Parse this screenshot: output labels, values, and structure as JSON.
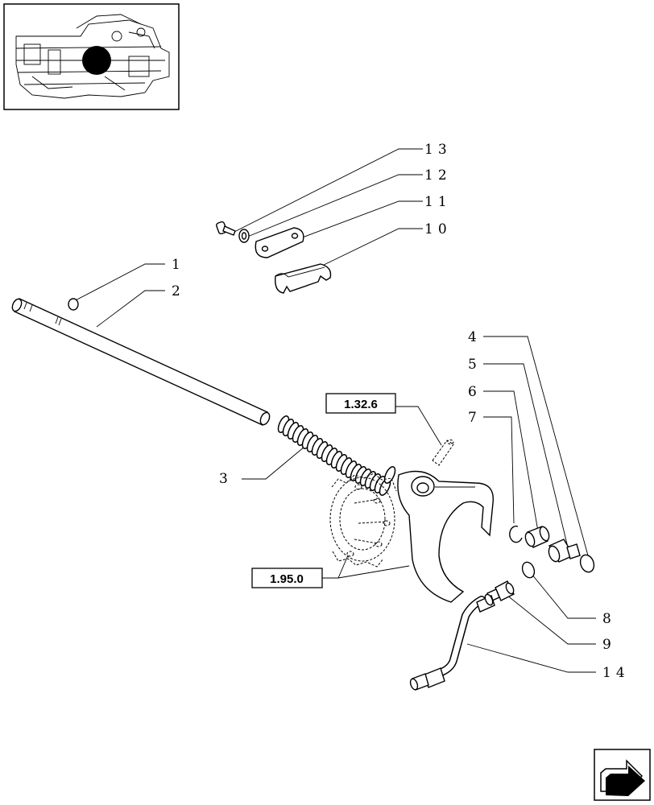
{
  "callouts": {
    "c1": "1",
    "c2": "2",
    "c3": "3",
    "c4": "4",
    "c5": "5",
    "c6": "6",
    "c7": "7",
    "c8": "8",
    "c9": "9",
    "c10": "10",
    "c11": "11",
    "c12": "12",
    "c13": "13",
    "c14": "14"
  },
  "references": {
    "ref_a": "1.32.6",
    "ref_b": "1.95.0"
  },
  "icons": {
    "thumbnail": "locator-thumbnail",
    "nav": "next-page-arrow-icon"
  }
}
